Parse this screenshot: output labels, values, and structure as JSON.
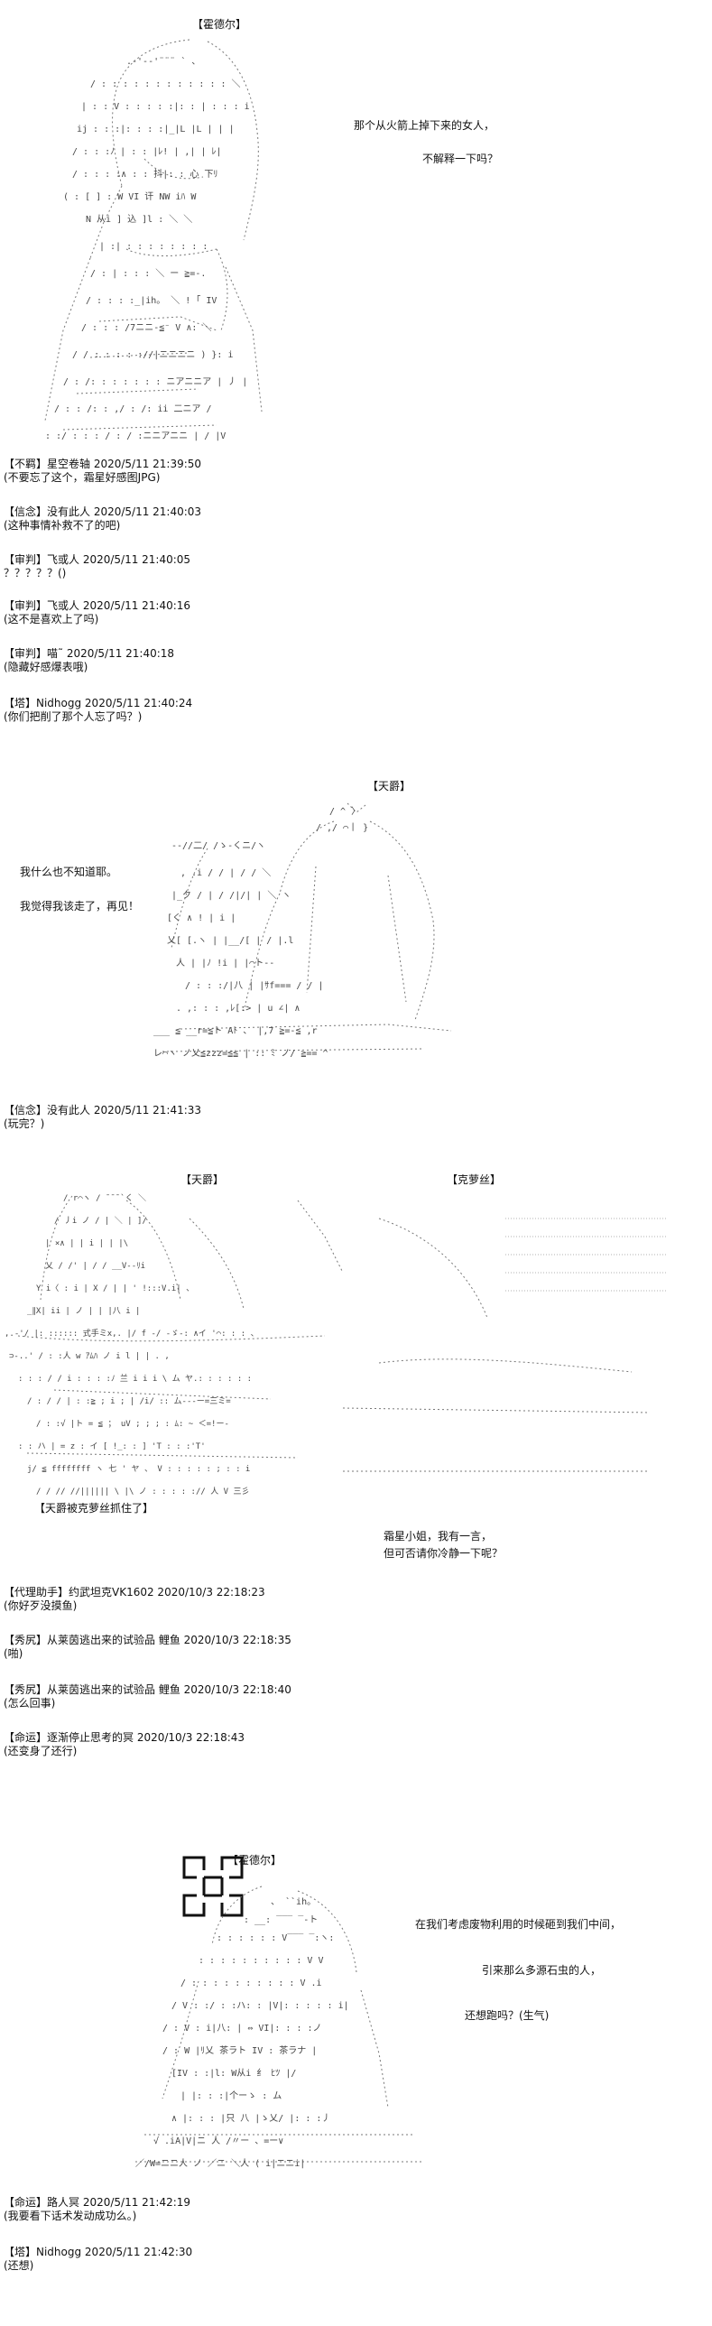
{
  "panels": [
    {
      "speaker_tag": "【霍德尔】",
      "lines": [
        "那个从火箭上掉下来的女人，",
        "不解释一下吗？"
      ]
    },
    {
      "speaker_tag": "【天爵】",
      "lines": [
        "我什么也不知道耶。",
        "我觉得我该走了，再见！"
      ]
    },
    {
      "speaker_tags": [
        "【天爵】",
        "【克萝丝】"
      ],
      "caption": "【天爵被克萝丝抓住了】",
      "lines": [
        "霜星小姐，我有一言，",
        "但可否请你冷静一下呢？"
      ]
    },
    {
      "speaker_tag": "【霍德尔】",
      "lines": [
        "在我们考虑废物利用的时候砸到我们中间，",
        "引来那么多源石虫的人，",
        "还想跑吗？(生气)"
      ]
    }
  ],
  "comment_groups": [
    [
      {
        "header": "【不羁】星空卷轴 2020/5/11 21:39:50",
        "body": "(不要忘了这个，霜星好感图JPG)"
      },
      {
        "header": "【信念】没有此人 2020/5/11 21:40:03",
        "body": "(这种事情补救不了的吧)"
      },
      {
        "header": "【审判】飞或人 2020/5/11 21:40:05",
        "body": "？？？？？()"
      },
      {
        "header": "【审判】飞或人 2020/5/11 21:40:16",
        "body": "(这不是喜欢上了吗)"
      },
      {
        "header": "【审判】喵˜ 2020/5/11 21:40:18",
        "body": "(隐藏好感爆表哦)"
      },
      {
        "header": "【塔】Nidhogg 2020/5/11 21:40:24",
        "body": "(你们把削了那个人忘了吗？)"
      }
    ],
    [
      {
        "header": "【信念】没有此人 2020/5/11 21:41:33",
        "body": "(玩完？)"
      }
    ],
    [
      {
        "header": "【代理助手】约武坦克VK1602 2020/10/3 22:18:23",
        "body": "(你好歹没摸鱼)"
      },
      {
        "header": "【秀尻】从莱茵逃出来的试验品 鲤鱼 2020/10/3 22:18:35",
        "body": "(啪)"
      },
      {
        "header": "【秀尻】从莱茵逃出来的试验品 鲤鱼 2020/10/3 22:18:40",
        "body": "(怎么回事)"
      },
      {
        "header": "【命运】逐渐停止思考的冥 2020/10/3 22:18:43",
        "body": "(还变身了还行)"
      }
    ],
    [
      {
        "header": "【命运】路人冥 2020/5/11 21:42:19",
        "body": "(我要看下话术发动成功么。)"
      },
      {
        "header": "【塔】Nidhogg 2020/5/11 21:42:30",
        "body": "(还想)"
      }
    ]
  ]
}
